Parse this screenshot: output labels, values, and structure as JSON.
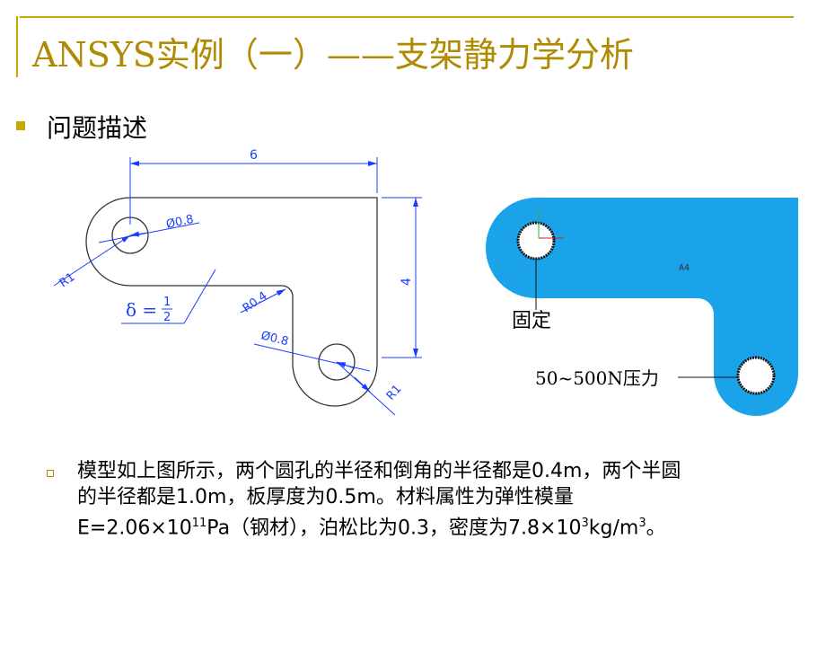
{
  "slide": {
    "title": "ANSYS实例（一）——支架静力学分析",
    "heading": "问题描述"
  },
  "drawing": {
    "dim_width": "6",
    "dim_height": "4",
    "hole1_dia": "Ø0.8",
    "hole2_dia": "Ø0.8",
    "radius1": "R1",
    "radius2": "R1",
    "fillet": "R0.4",
    "thickness_symbol": "δ =",
    "thickness_num": "1",
    "thickness_den": "2"
  },
  "model": {
    "area_label": "A4",
    "fixed_label": "固定",
    "load_label": "50~500N压力",
    "colors": {
      "body": "#1aa3e8"
    }
  },
  "description": {
    "line1": "模型如上图所示，两个圆孔的半径和倒角的半径都是0.4m，两个半圆",
    "line2": "的半径都是1.0m，板厚度为0.5m。材料属性为弹性模量",
    "line3_a": "E=2.06×10",
    "line3_sup1": "11",
    "line3_b": "Pa（钢材），泊松比为0.3，密度为7.8×10",
    "line3_sup2": "3",
    "line3_c": "kg/m",
    "line3_sup3": "3",
    "line3_d": "。"
  }
}
